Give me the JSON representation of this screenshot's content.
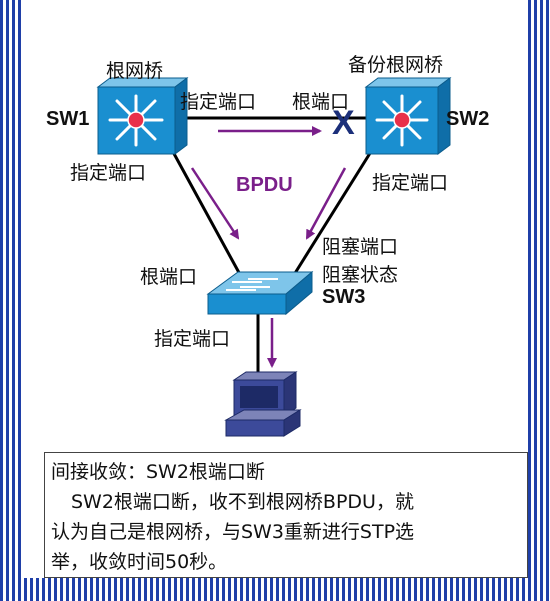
{
  "nodes": {
    "sw1": {
      "name": "SW1",
      "role": "根网桥"
    },
    "sw2": {
      "name": "SW2",
      "role": "备份根网桥"
    },
    "sw3": {
      "name": "SW3"
    }
  },
  "ports": {
    "sw1_right": "指定端口",
    "sw1_bottom": "指定端口",
    "sw2_left": "根端口",
    "sw2_bottom": "指定端口",
    "sw3_left": "根端口",
    "sw3_right_1": "阻塞端口",
    "sw3_right_2": "阻塞状态",
    "sw3_bottom": "指定端口"
  },
  "flow_label": "BPDU",
  "failure_mark": "X",
  "note": {
    "line1": "间接收敛：SW2根端口断",
    "line2": "SW2根端口断，收不到根网桥BPDU，就",
    "line3": "认为自己是根网桥，与SW3重新进行STP选",
    "line4": "举，收敛时间50秒。"
  },
  "colors": {
    "switch_blue": "#1a8fd0",
    "arrow_purple": "#7a1f8a",
    "failure_navy": "#1b2f7a",
    "root_dot": "#e8304a"
  }
}
